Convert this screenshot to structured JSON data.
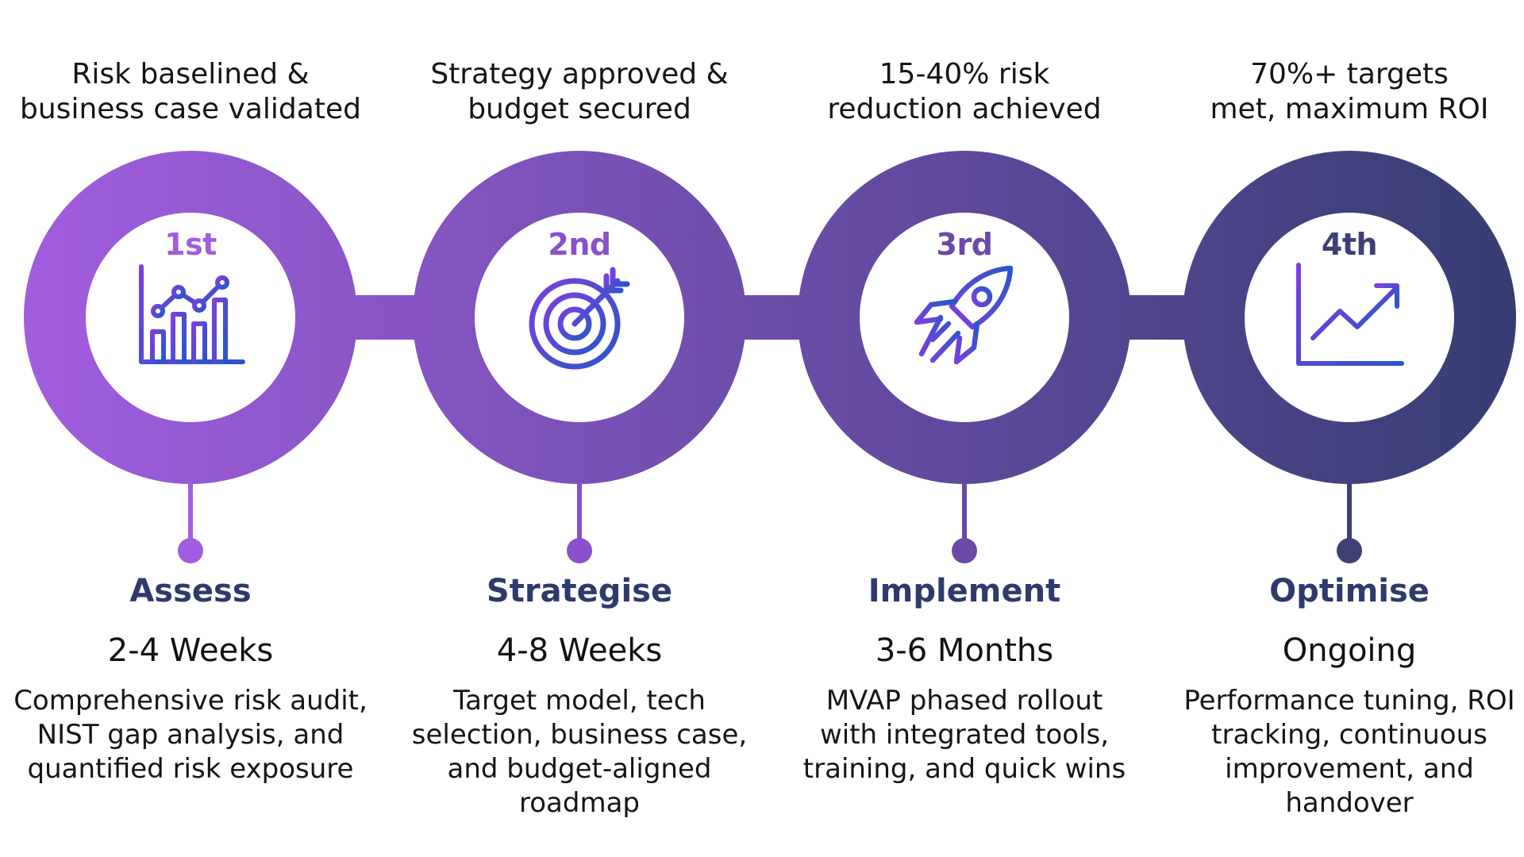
{
  "colors": {
    "gradient_start": "#a25ddf",
    "gradient_end": "#363d72",
    "phase_title": "#2e3a6b",
    "icon_gradient_start": "#7b3fe0",
    "icon_gradient_end": "#2a56c8"
  },
  "steps": [
    {
      "outcome": "Risk baselined &\nbusiness case validated",
      "ordinal": "1st",
      "icon": "bar-chart-trend-icon",
      "color": "#a15de0",
      "phase": "Assess",
      "duration": "2-4 Weeks",
      "description": "Comprehensive risk audit,\nNIST gap analysis, and\nquantified risk exposure"
    },
    {
      "outcome": "Strategy approved &\nbudget secured",
      "ordinal": "2nd",
      "icon": "target-arrow-icon",
      "color": "#8a50cc",
      "phase": "Strategise",
      "duration": "4-8 Weeks",
      "description": "Target model, tech\nselection, business case,\nand budget-aligned\nroadmap"
    },
    {
      "outcome": "15-40% risk\nreduction achieved",
      "ordinal": "3rd",
      "icon": "rocket-icon",
      "color": "#6a49a8",
      "phase": "Implement",
      "duration": "3-6 Months",
      "description": "MVAP phased rollout\nwith integrated tools,\ntraining, and quick wins"
    },
    {
      "outcome": "70%+ targets\nmet, maximum ROI",
      "ordinal": "4th",
      "icon": "growth-chart-icon",
      "color": "#3e4075",
      "phase": "Optimise",
      "duration": "Ongoing",
      "description": "Performance tuning, ROI\ntracking, continuous\nimprovement, and\nhandover"
    }
  ]
}
